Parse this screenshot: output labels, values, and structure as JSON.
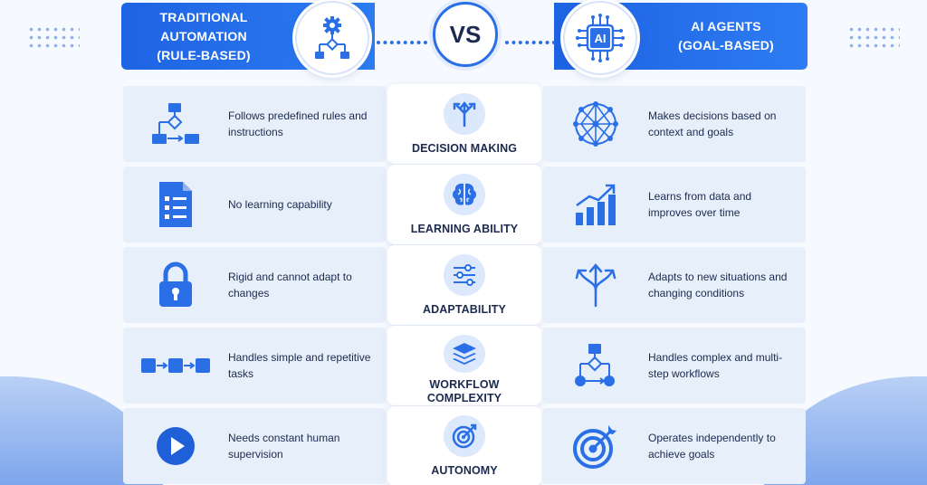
{
  "header": {
    "left_title_line1": "TRADITIONAL AUTOMATION",
    "left_title_line2": "(RULE-BASED)",
    "vs": "VS",
    "right_title_line1": "AI AGENTS",
    "right_title_line2": "(GOAL-BASED)",
    "ai_chip_text": "AI"
  },
  "rows": [
    {
      "category": "DECISION MAKING",
      "left_text": "Follows predefined rules and instructions",
      "right_text": "Makes decisions based on context and goals",
      "left_icon": "flowchart-icon",
      "center_icon": "split-arrows-icon",
      "right_icon": "neural-network-icon"
    },
    {
      "category": "LEARNING ABILITY",
      "left_text": "No learning capability",
      "right_text": "Learns from data and improves over time",
      "left_icon": "checklist-icon",
      "center_icon": "brain-icon",
      "right_icon": "growth-chart-icon"
    },
    {
      "category": "ADAPTABILITY",
      "left_text": "Rigid and cannot adapt to changes",
      "right_text": "Adapts to new situations and changing conditions",
      "left_icon": "padlock-icon",
      "center_icon": "sliders-icon",
      "right_icon": "branching-arrows-icon"
    },
    {
      "category_line1": "WORKFLOW",
      "category_line2": "COMPLEXITY",
      "left_text": "Handles simple and repetitive tasks",
      "right_text": "Handles complex and multi-step workflows",
      "left_icon": "linear-steps-icon",
      "center_icon": "layers-icon",
      "right_icon": "workflow-tree-icon"
    },
    {
      "category": "AUTONOMY",
      "left_text": "Needs constant human supervision",
      "right_text": "Operates independently to achieve goals",
      "left_icon": "play-button-icon",
      "center_icon": "target-icon",
      "right_icon": "bullseye-arrow-icon"
    }
  ],
  "colors": {
    "primary_blue": "#2a6fe6",
    "banner_blue": "#1e63e3",
    "cell_bg": "#e7effb",
    "text_dark": "#1b2a4e"
  }
}
